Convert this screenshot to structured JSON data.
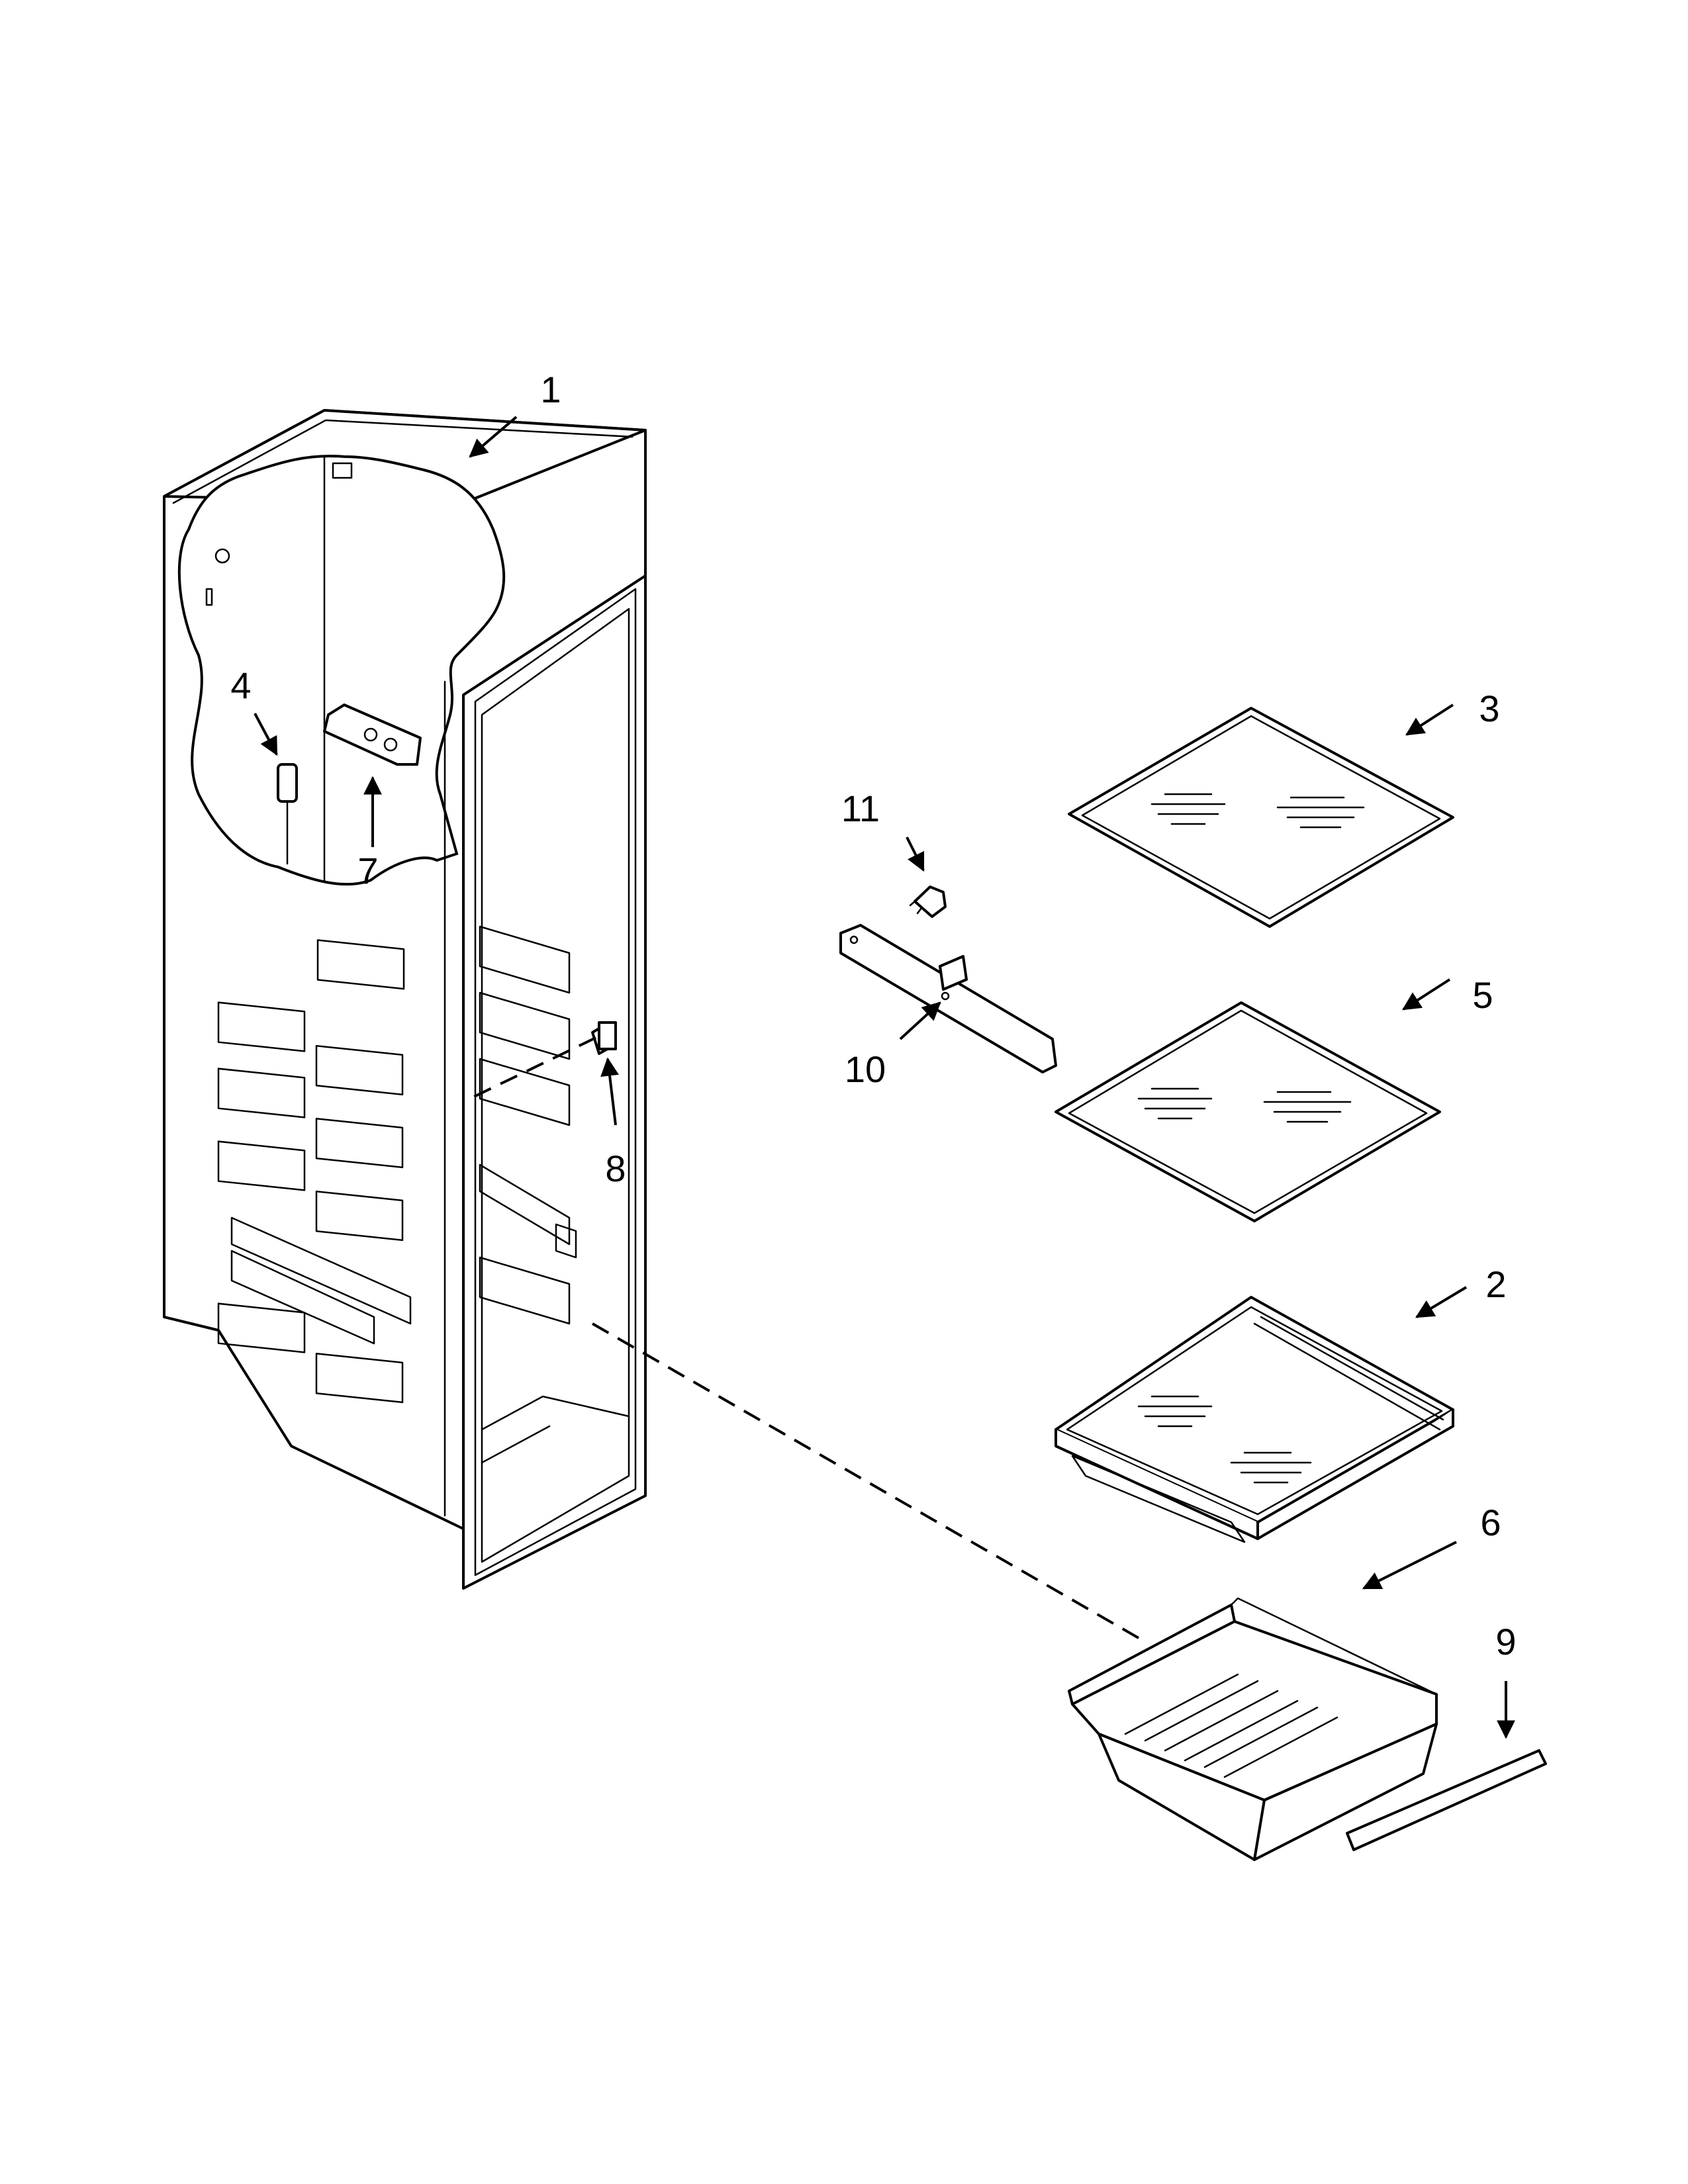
{
  "callouts": [
    {
      "id": "1",
      "label": "1"
    },
    {
      "id": "2",
      "label": "2"
    },
    {
      "id": "3",
      "label": "3"
    },
    {
      "id": "4",
      "label": "4"
    },
    {
      "id": "5",
      "label": "5"
    },
    {
      "id": "6",
      "label": "6"
    },
    {
      "id": "7",
      "label": "7"
    },
    {
      "id": "8",
      "label": "8"
    },
    {
      "id": "9",
      "label": "9"
    },
    {
      "id": "10",
      "label": "10"
    },
    {
      "id": "11",
      "label": "11"
    }
  ],
  "style": {
    "line_color": "#000000",
    "background": "#ffffff"
  }
}
